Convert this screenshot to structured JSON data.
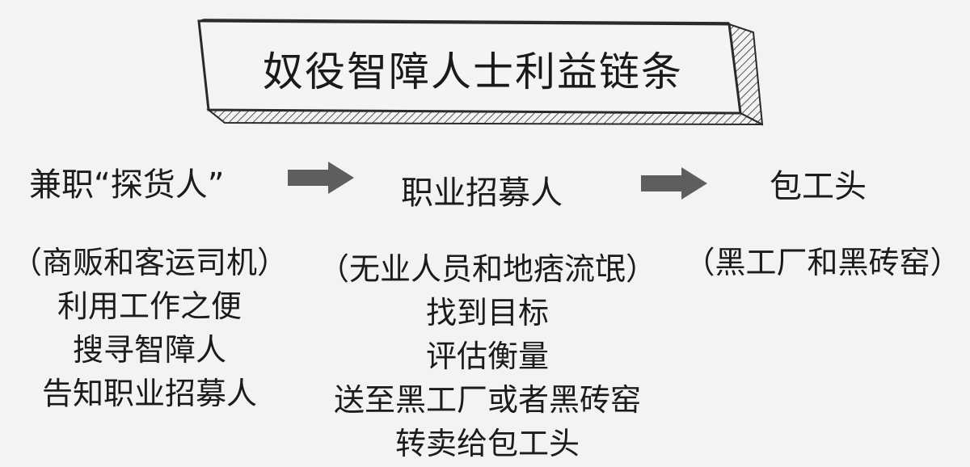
{
  "title": "奴役智障人士利益链条",
  "stages": [
    {
      "name": "兼职“探货人”",
      "lines": [
        "（商贩和客运司机）",
        "利用工作之便",
        "搜寻智障人",
        "告知职业招募人"
      ]
    },
    {
      "name": "职业招募人",
      "lines": [
        "（无业人员和地痞流氓）",
        "找到目标",
        "评估衡量",
        "送至黑工厂或者黑砖窑",
        "转卖给包工头"
      ]
    },
    {
      "name": "包工头",
      "lines": [
        "（黑工厂和黑砖窑）"
      ]
    }
  ],
  "colors": {
    "arrow": "#5e5e5e",
    "banner_border": "#2a2a2a",
    "background": "#f3f3f1"
  },
  "icons": {
    "flow_arrow": "right-arrow-icon"
  }
}
